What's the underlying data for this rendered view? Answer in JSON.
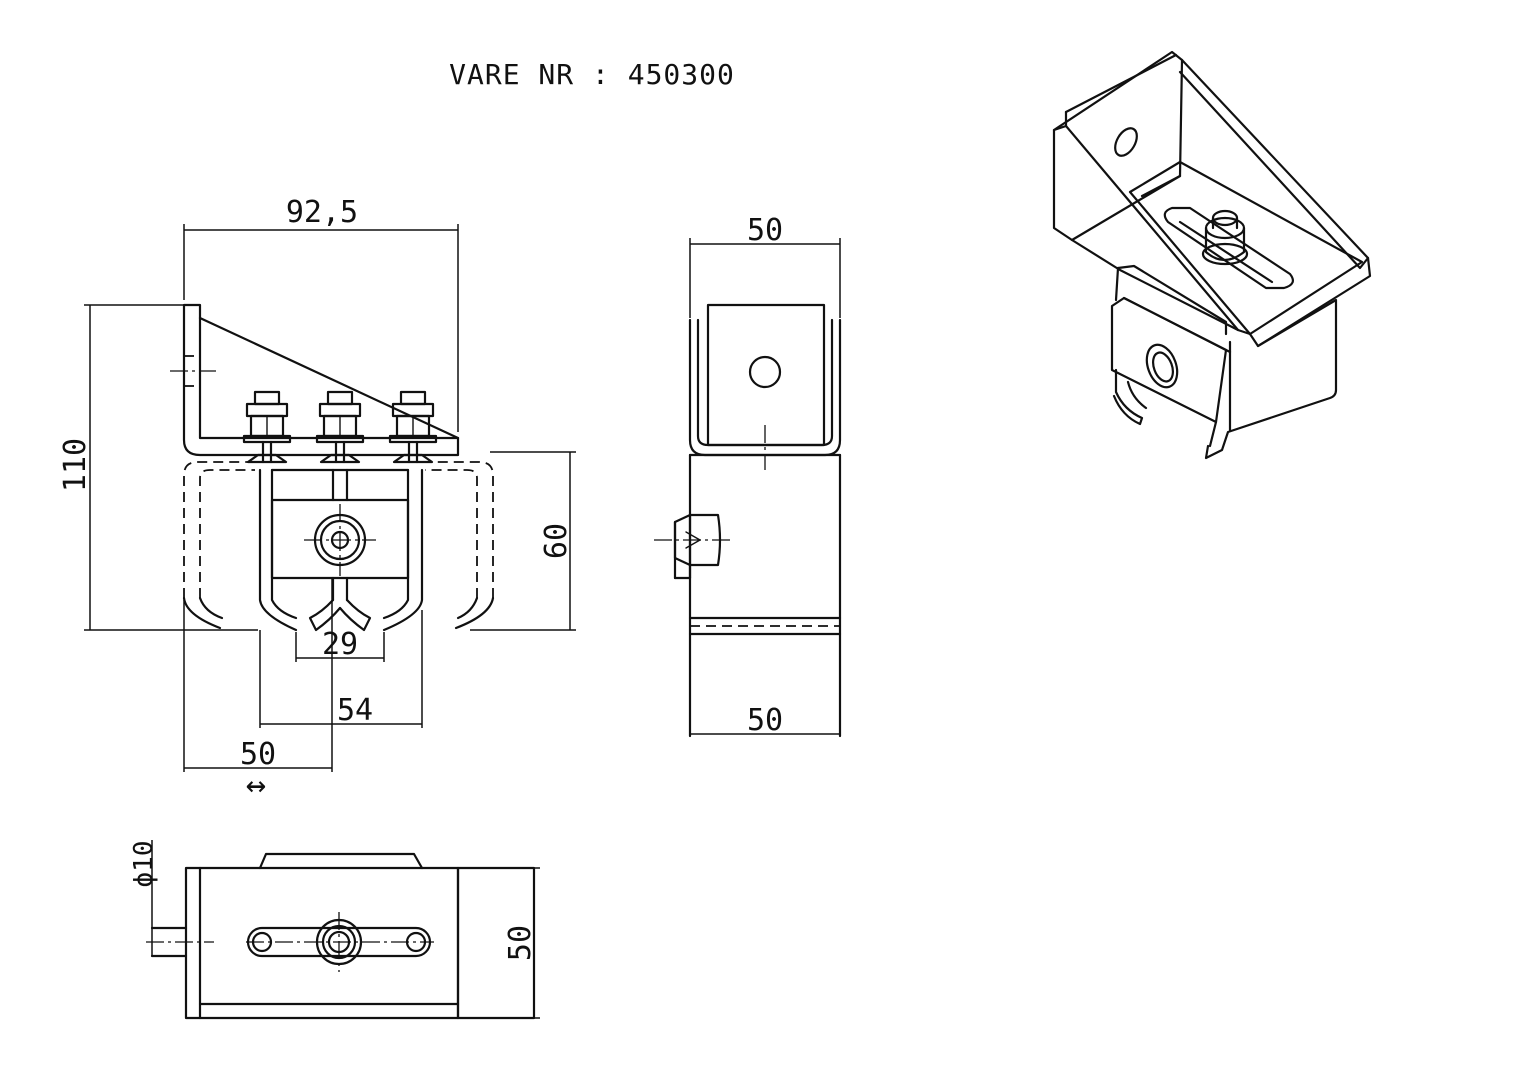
{
  "title": "VARE NR : 450300",
  "dimensions": {
    "front_width": "92,5",
    "front_height": "110",
    "rail_height": "60",
    "inner_gap": "29",
    "rail_inner": "54",
    "rail_offset": "50",
    "side_top_width": "50",
    "side_bottom_width": "50",
    "bolt_diameter": "ϕ10",
    "top_view_depth": "50"
  },
  "symbols": {
    "adjust_arrow": "↔"
  }
}
